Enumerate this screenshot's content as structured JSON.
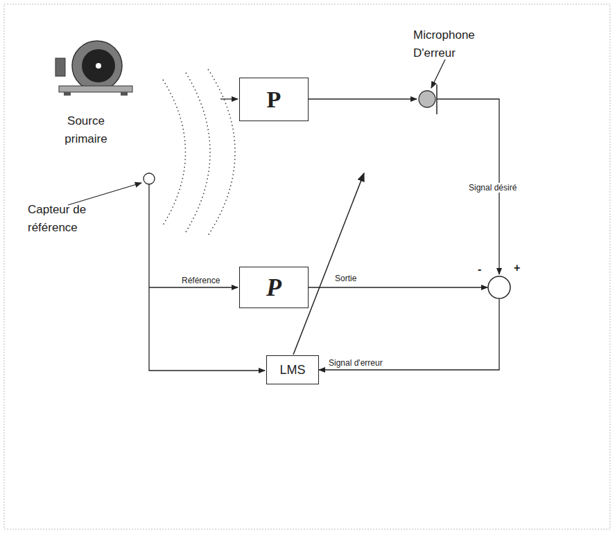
{
  "diagram": {
    "nodes": [
      {
        "text": [
          "P"
        ]
      },
      {
        "text": [
          "P"
        ]
      },
      {
        "text": [
          "LMS"
        ]
      },
      {
        "text": [
          "-",
          "+"
        ]
      }
    ],
    "edges": [
      {
        "from": 1,
        "to": 3,
        "label": "Sortie",
        "arrow": "to"
      },
      {
        "from": 3,
        "to": 2,
        "label": "Signal d'erreur",
        "arrow": "to"
      }
    ],
    "labels": [
      "Source primaire",
      "Capteur de référence",
      "Microphone D'erreur",
      "Signal désiré",
      "Référence"
    ]
  }
}
